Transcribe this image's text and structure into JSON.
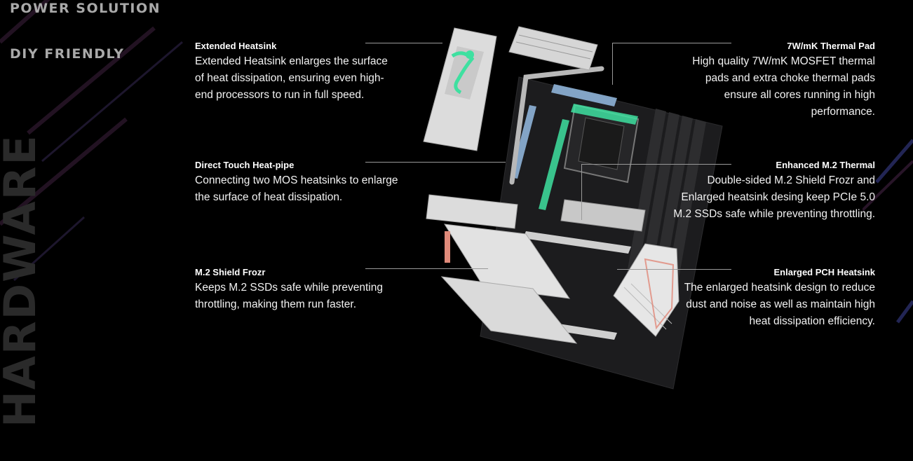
{
  "nav": {
    "items": [
      {
        "label": "POWER SOLUTION"
      },
      {
        "label": "DIY FRIENDLY"
      }
    ]
  },
  "section_title": "HARDWARE",
  "features": {
    "left": [
      {
        "title": "Extended Heatsink",
        "description": "Extended Heatsink enlarges the surface of heat dissipation, ensuring even high-end processors to run in full speed."
      },
      {
        "title": "Direct Touch Heat-pipe",
        "description": "Connecting two MOS heatsinks to enlarge the surface of heat dissipation."
      },
      {
        "title": "M.2 Shield Frozr",
        "description": "Keeps M.2 SSDs safe while preventing throttling, making them run faster."
      }
    ],
    "right": [
      {
        "title": "7W/mK Thermal Pad",
        "description": "High quality 7W/mK MOSFET thermal pads and extra choke thermal pads ensure all cores running in high performance."
      },
      {
        "title": "Enhanced M.2 Thermal",
        "description": "Double-sided M.2 Shield Frozr and Enlarged heatsink desing keep PCIe 5.0 M.2 SSDs safe while preventing throttling."
      },
      {
        "title": "Enlarged PCH Heatsink",
        "description": "The enlarged heatsink design to reduce dust and noise as well as maintain high heat dissipation efficiency."
      }
    ]
  },
  "colors": {
    "background": "#000000",
    "nav_text": "#a9a9a9",
    "accent_green": "#3ee0a0",
    "thermal_pad_blue": "#8fb4d8"
  }
}
